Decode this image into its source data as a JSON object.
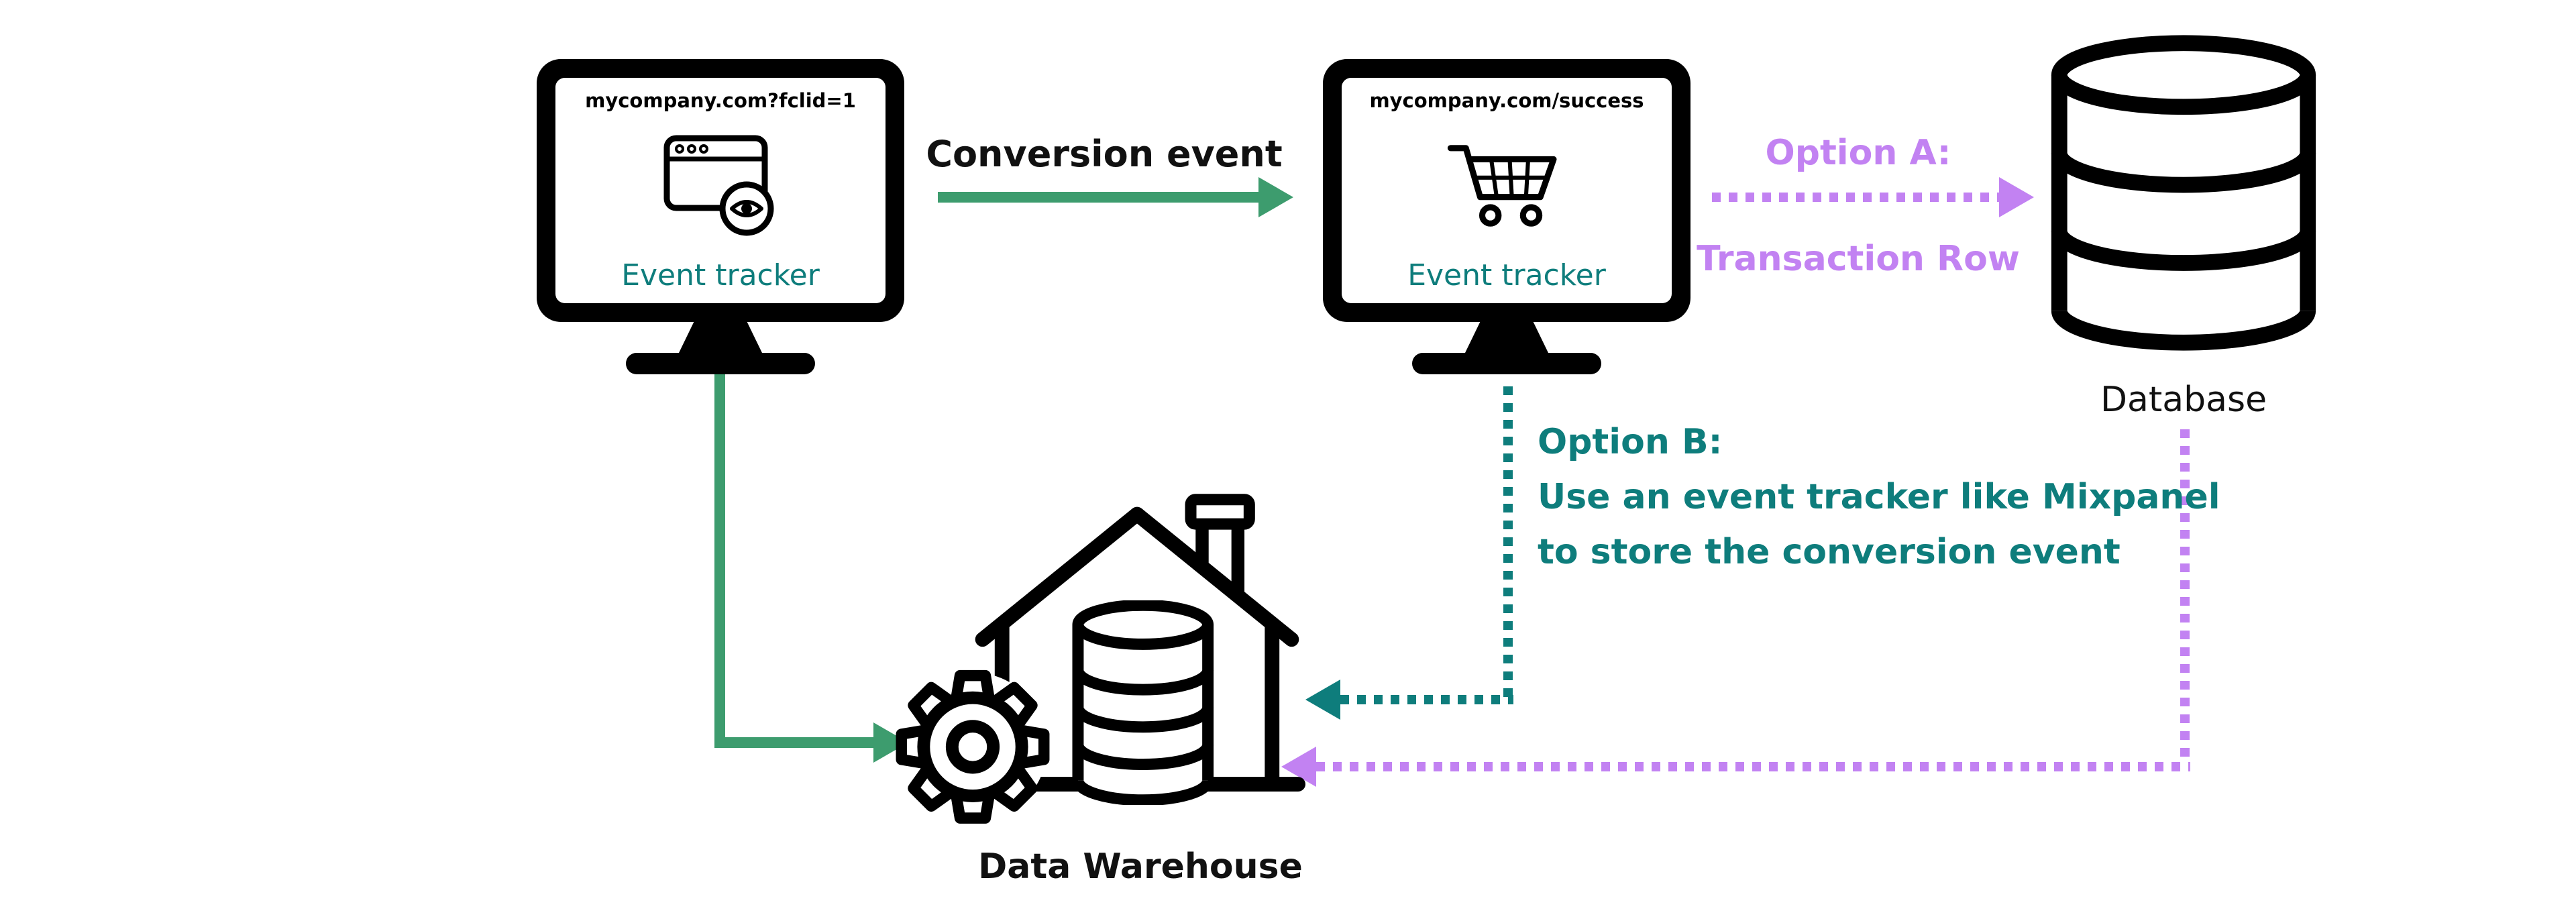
{
  "colors": {
    "green": "#3d9c6e",
    "teal": "#0e7d7c",
    "purple": "#c282f2",
    "outline": "#000000"
  },
  "monitor1": {
    "url_prefix": "mycompany.com",
    "url_suffix": "?fclid=1",
    "tracker_label": "Event tracker"
  },
  "monitor2": {
    "url_prefix": "mycompany.com",
    "url_suffix": "/success",
    "tracker_label": "Event tracker"
  },
  "labels": {
    "conversion_event": "Conversion event",
    "option_a_title": "Option A:",
    "option_a_subtitle": "Transaction Row",
    "option_b_title": "Option B:",
    "option_b_line1": "Use an event tracker like Mixpanel",
    "option_b_line2": "to store the conversion event",
    "database": "Database",
    "warehouse": "Data Warehouse"
  },
  "icons": [
    "browser-window-eye-icon",
    "shopping-cart-icon",
    "database-icon",
    "house-icon",
    "gear-icon",
    "database-stack-icon"
  ]
}
